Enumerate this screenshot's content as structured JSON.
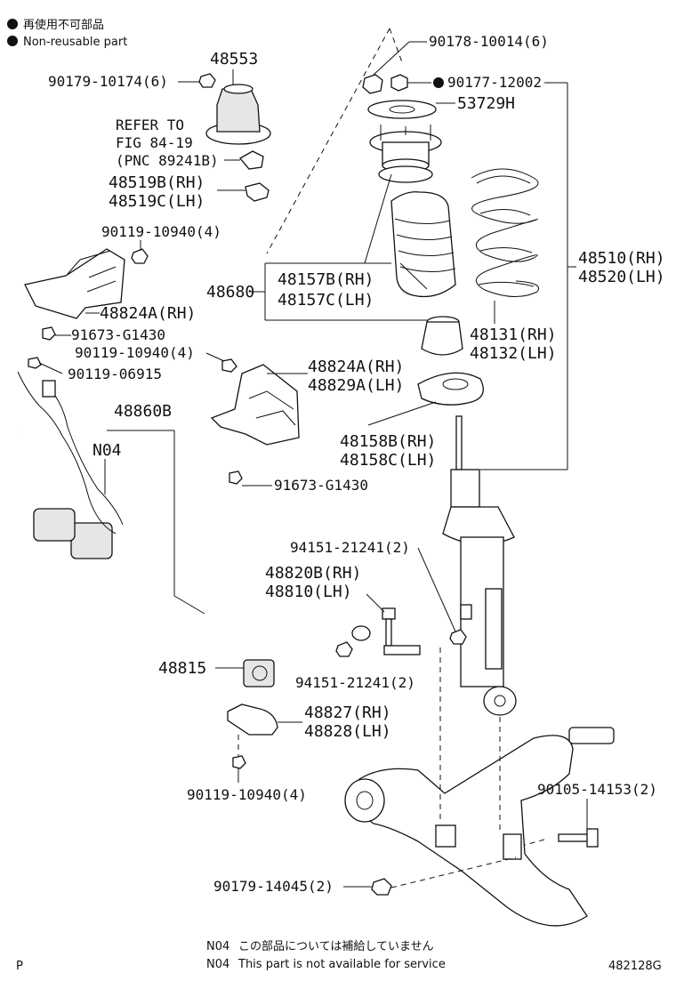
{
  "legend": {
    "jp": "再使用不可部品",
    "en": "Non-reusable part"
  },
  "labels": {
    "p48553": "48553",
    "p90178": "90178-10014(6)",
    "p90179a": "90179-10174(6)",
    "p90177": "90177-12002",
    "p53729": "53729H",
    "refer1": "REFER TO",
    "refer2": "FIG 84-19",
    "refer3": "(PNC 89241B)",
    "p48519b": "48519B(RH)",
    "p48519c": "48519C(LH)",
    "p90119a": "90119-10940(4)",
    "p48510": "48510(RH)",
    "p48520": "48520(LH)",
    "p48680": "48680",
    "p48157b": "48157B(RH)",
    "p48157c": "48157C(LH)",
    "p48824a_rh": "48824A(RH)",
    "p91673a": "91673-G1430",
    "p90119b": "90119-10940(4)",
    "p48131": "48131(RH)",
    "p48132": "48132(LH)",
    "p90119c": "90119-06915",
    "p48824a2": "48824A(RH)",
    "p48829a": "48829A(LH)",
    "p48860b": "48860B",
    "p48158b": "48158B(RH)",
    "p48158c": "48158C(LH)",
    "n04": "N04",
    "p91673b": "91673-G1430",
    "p94151a": "94151-21241(2)",
    "p48820b": "48820B(RH)",
    "p48810": "48810(LH)",
    "p48815": "48815",
    "p94151b": "94151-21241(2)",
    "p48827": "48827(RH)",
    "p48828": "48828(LH)",
    "p90105": "90105-14153(2)",
    "p90119d": "90119-10940(4)",
    "p90179b": "90179-14045(2)"
  },
  "notes": {
    "n04_jp_code": "N04",
    "n04_jp": "この部品については補給していません",
    "n04_en_code": "N04",
    "n04_en": "This part is not available for service"
  },
  "footer": {
    "left": "P",
    "right": "482128G"
  }
}
